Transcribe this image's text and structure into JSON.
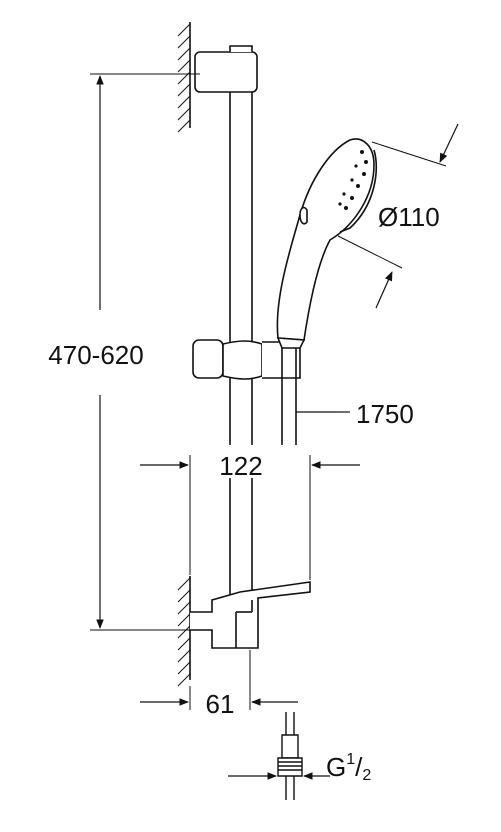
{
  "dimensions": {
    "rail_height": "470-620",
    "head_diameter": "Ø110",
    "hose_length": "1750",
    "projection_slider": "122",
    "projection_wall": "61",
    "thread_prefix": "G",
    "thread_num": "1",
    "thread_den": "2"
  },
  "colors": {
    "line": "#111111",
    "background": "#ffffff"
  },
  "icons": [
    "wall-hatch-icon",
    "arrow-icon"
  ]
}
